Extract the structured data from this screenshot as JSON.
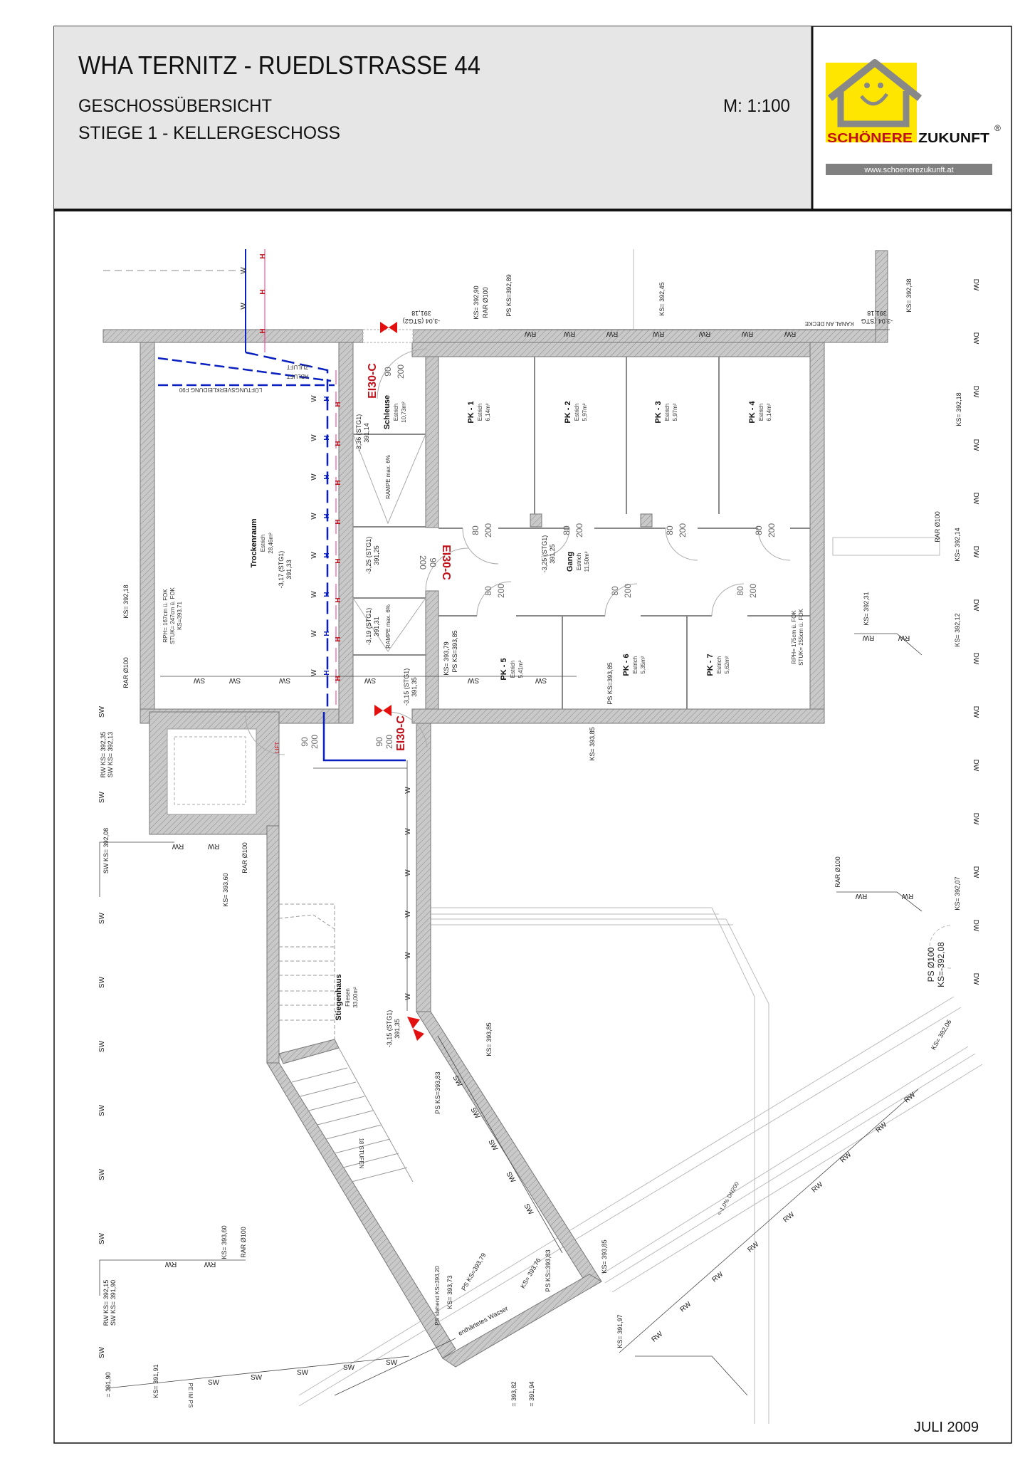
{
  "header": {
    "title": "WHA TERNITZ - RUEDLSTRASSE 44",
    "subtitle": "GESCHOSSÜBERSICHT",
    "subtitle2": "STIEGE 1  -  KELLERGESCHOSS",
    "scale": "M: 1:100"
  },
  "logo": {
    "brand_part1": "SCHÖNERE",
    "brand_part2": "ZUKUNFT",
    "registered": "®",
    "url": "www.schoenerezukunft.at",
    "yellow": "#ffe600",
    "gray": "#808080"
  },
  "footer": {
    "date": "JULI 2009"
  },
  "rooms": [
    {
      "name": "Trockenraum",
      "floor": "Estrich",
      "area": "28,46m²"
    },
    {
      "name": "Schleuse",
      "floor": "Estrich",
      "area": "10,73m²"
    },
    {
      "name": "PK - 1",
      "floor": "Estrich",
      "area": "6,14m²"
    },
    {
      "name": "PK - 2",
      "floor": "Estrich",
      "area": "5,97m²"
    },
    {
      "name": "PK - 3",
      "floor": "Estrich",
      "area": "5,97m²"
    },
    {
      "name": "PK - 4",
      "floor": "Estrich",
      "area": "6,14m²"
    },
    {
      "name": "Gang",
      "floor": "Estrich",
      "area": "11,50m²"
    },
    {
      "name": "PK - 5",
      "floor": "Estrich",
      "area": "5,41m²"
    },
    {
      "name": "PK - 6",
      "floor": "Estrich",
      "area": "5,35m²"
    },
    {
      "name": "PK - 7",
      "floor": "Estrich",
      "area": "5,62m²"
    },
    {
      "name": "Stiegenhaus",
      "floor": "Fliesen",
      "area": "33,00m²"
    }
  ],
  "fire_doors": [
    "EI30-C",
    "EI30-C",
    "EI30-C"
  ],
  "door_dims": {
    "w80": "80",
    "w90": "90",
    "h200": "200"
  },
  "levels": [
    {
      "rel": "-3,36 (STG1)",
      "abs": "391,14"
    },
    {
      "rel": "-3,17 (STG1)",
      "abs": "391,33"
    },
    {
      "rel": "-3,25 (STG1)",
      "abs": "391,25"
    },
    {
      "rel": "-3,19 (STG1)",
      "abs": "391,31"
    },
    {
      "rel": "-3,25 (STG1)",
      "abs": "391,25"
    },
    {
      "rel": "-3,15 (STG1)",
      "abs": "391,35"
    },
    {
      "rel": "-3,15 (STG1)",
      "abs": "391,35"
    },
    {
      "rel": "-3,04 (STG2)",
      "abs": "391,18"
    },
    {
      "rel": "-3,04 (STG",
      "abs": "391,18"
    }
  ],
  "annotations": {
    "ramp": "RAMPE max. 6%",
    "vent_cover": "LÜFTUNGSVERKLEIDUNG F90",
    "supply_air": "ZULUFT",
    "exhaust_air": "ABLUFT",
    "lift": "LIFT",
    "channel": "KANAL AN DECKE",
    "softened_water": "enthärtetes Wasser",
    "slope": "<-1,0% DN200",
    "steps": "18 STUFEN",
    "window_left": [
      "RPH= 167cm ü. FOK",
      "STUK= 247cm ü. FOK",
      "KS=393,71"
    ],
    "window_right": [
      "RPH= 175cm ü. FOK",
      "STUK= 255cm ü. FOK"
    ],
    "pe_ps": "PE IM PS",
    "ps_d100": [
      "PS Ø100",
      "KS=-392,08"
    ],
    "ps_stehend": "PS stehend  KS=393,20"
  },
  "ks_labels": [
    "KS= 392,90",
    "RAR Ø100",
    "PS  KS=392,89",
    "KS= 392,45",
    "KS= 392,38",
    "KS= 392,18",
    "RAR Ø100",
    "KS= 392,14",
    "KS= 392,31",
    "KS= 392,12",
    "RAR Ø100",
    "KS= 392,07",
    "KS= 392,06",
    "KS= 393,85",
    "KS= 393,79",
    "PS  KS=393,85",
    "PS  KS=393,85",
    "KS= 393,85",
    "KS= 393,60",
    "RAR Ø100",
    "KS= 392,18",
    "RAR Ø100",
    "RW KS= 392,35",
    "SW KS= 392,13",
    "SW KS= 392,08",
    "KS= 393,60",
    "RAR Ø100",
    "RW KS= 392,15",
    "SW KS= 391,90",
    "KS= 391,91",
    "= 391,90",
    "= 393,82",
    "= 391,94",
    "KS= 393,73",
    "PS  KS=393,79",
    "KS= 393,76",
    "PS  KS=393,83",
    "KS= 391,97",
    "KS= 393,85",
    "PS  KS=393,83"
  ],
  "pipe_codes": {
    "water": "W",
    "heating": "H",
    "rain": "RW",
    "sewage": "SW",
    "drain": "DW",
    "heating_color": "#c0101a",
    "water_color": "#0a1fbf"
  }
}
